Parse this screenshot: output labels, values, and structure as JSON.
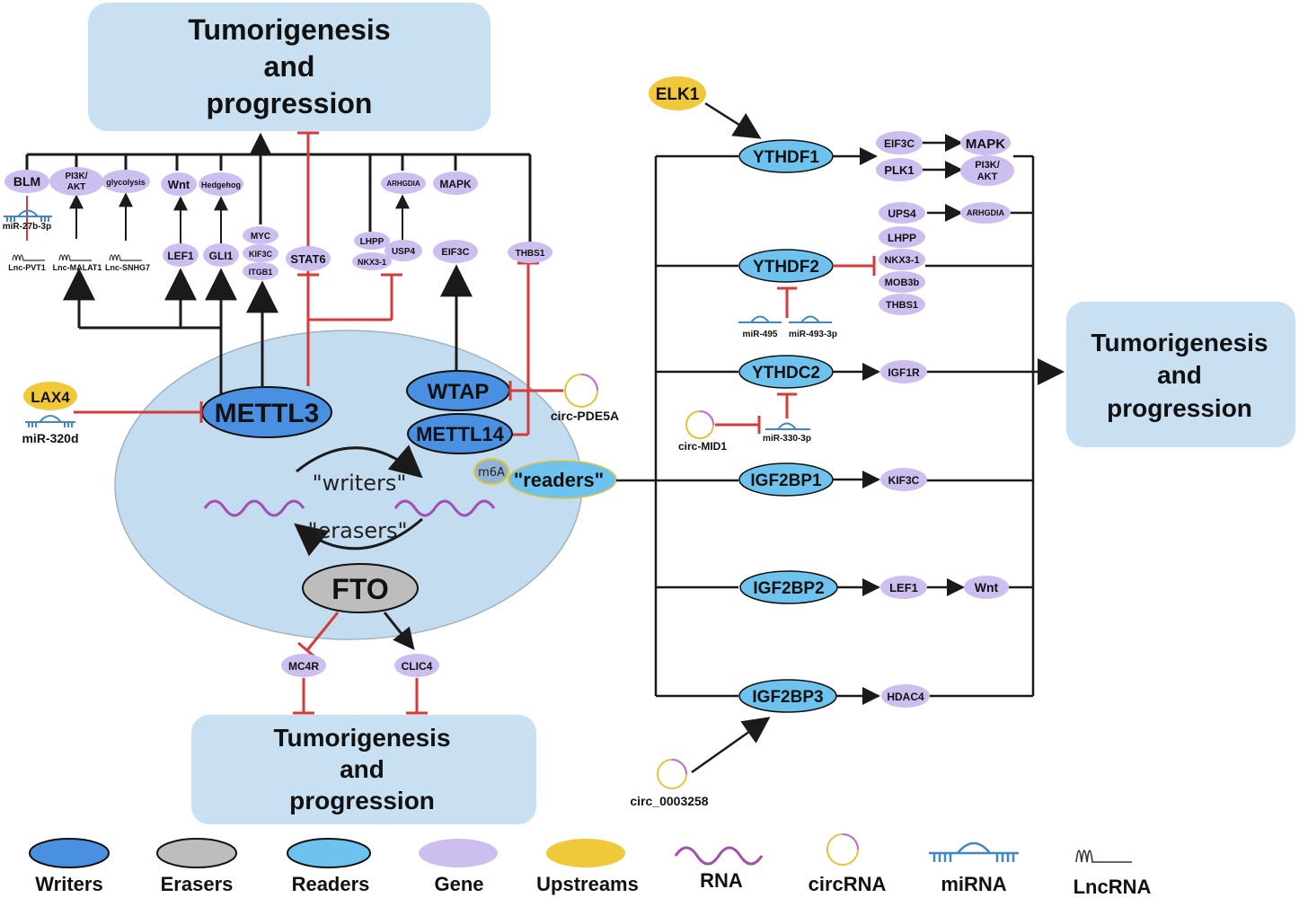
{
  "tumor_label": [
    "Tumorigenesis",
    "and",
    "progression"
  ],
  "writers": {
    "mettl3": "METTL3",
    "wtap": "WTAP",
    "mettl14": "METTL14"
  },
  "eraser": "FTO",
  "readers_label": "\"readers\"",
  "m6a": "m6A",
  "writers_text": "\"writers\"",
  "erasers_text": "\"erasers\"",
  "upstream": {
    "lax4": "LAX4",
    "elk1": "ELK1"
  },
  "readers": {
    "ythdf1": "YTHDF1",
    "ythdf2": "YTHDF2",
    "ythdc2": "YTHDC2",
    "igf2bp1": "IGF2BP1",
    "igf2bp2": "IGF2BP2",
    "igf2bp3": "IGF2BP3"
  },
  "genes": {
    "blm": "BLM",
    "pi3k_akt": [
      "PI3K/",
      "AKT"
    ],
    "glycolysis": "glycolysis",
    "wnt": "Wnt",
    "hedgehog": "Hedgehog",
    "lef1": "LEF1",
    "gli1": "GLI1",
    "myc": "MYC",
    "kif3c": "KIF3C",
    "itgb1": "ITGB1",
    "stat6": "STAT6",
    "lhpp": "LHPP",
    "nkx31": "NKX3-1",
    "usp4": "USP4",
    "arhgdia": "ARHGDIA",
    "mapk": "MAPK",
    "eif3c": "EIF3C",
    "thbs1": "THBS1",
    "mc4r": "MC4R",
    "clic4": "CLIC4",
    "r_eif3c": "EIF3C",
    "r_mapk": "MAPK",
    "r_plk1": "PLK1",
    "r_pi3k_akt": [
      "PI3K/",
      "AKT"
    ],
    "r_ups4": "UPS4",
    "r_arhgdia": "ARHGDIA",
    "r_lhpp": "LHPP",
    "r_nkx31": "NKX3-1",
    "r_mob3b": "MOB3b",
    "r_thbs1": "THBS1",
    "r_igf1r": "IGF1R",
    "r_kif3c": "KIF3C",
    "r_lef1": "LEF1",
    "r_wnt": "Wnt",
    "r_hdac4": "HDAC4"
  },
  "noncoding": {
    "mir27b": "miR-27b-3p",
    "lnc_pvt1": "Lnc-PVT1",
    "lnc_malat1": "Lnc-MALAT1",
    "lnc_snhg7": "Lnc-SNHG7",
    "mir320d": "miR-320d",
    "circ_pde5a": "circ-PDE5A",
    "mir495": "miR-495",
    "mir493": "miR-493-3p",
    "circ_mid1": "circ-MID1",
    "mir330": "miR-330-3p",
    "circ_0003258": "circ_0003258"
  },
  "legend": [
    "Writers",
    "Erasers",
    "Readers",
    "Gene",
    "Upstreams",
    "RNA",
    "circRNA",
    "miRNA",
    "LncRNA"
  ],
  "colors": {
    "writer": "#4a90e2",
    "eraser": "#bdbdbd",
    "reader": "#6ec3ee",
    "gene": "#cdbef0",
    "upstream": "#f0c93a",
    "rna": "#a24fb0",
    "box": "#c8e0f2",
    "cell": "#c4dcef",
    "inhibit": "#d63a3a",
    "arrow": "#1a1a1a"
  }
}
